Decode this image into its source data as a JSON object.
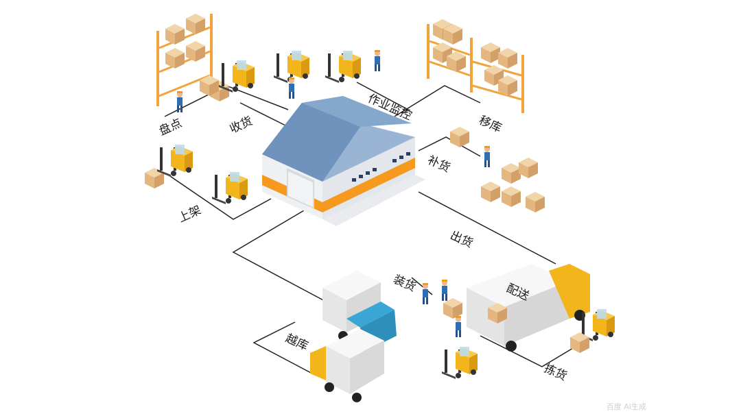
{
  "labels": {
    "pandian": "盘点",
    "shouhuo": "收货",
    "zuoye_jiankong": "作业监控",
    "yiku": "移库",
    "buhuo": "补货",
    "shangjia": "上架",
    "chuhuo": "出货",
    "zhuanghuo": "装货",
    "peisong": "配送",
    "yueku": "越库",
    "jianhuo": "拣货"
  },
  "watermark": "百度 AI生成",
  "colors": {
    "roof": "#6f93bd",
    "stripe": "#f59a1f",
    "forklift": "#f3b51c",
    "box": "#e8c08e",
    "truck_cab_blue": "#3aa6d6",
    "truck_cab_yellow": "#f3b51c",
    "shelf": "#f2a33a",
    "line": "#222222"
  }
}
